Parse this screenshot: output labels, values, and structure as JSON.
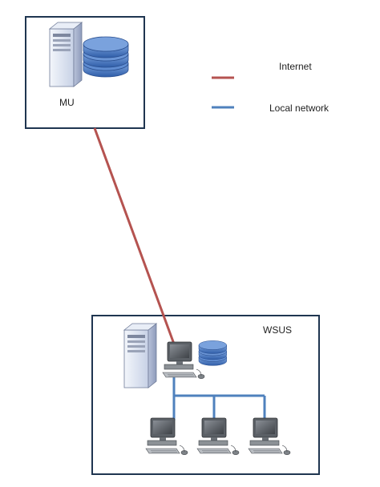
{
  "labels": {
    "mu": "MU",
    "wsus": "WSUS"
  },
  "legend": {
    "internet": "Internet",
    "local_network": "Local network"
  },
  "colors": {
    "frame": "#1f3550",
    "internet_line": "#b55350",
    "local_line": "#4f81bd",
    "server_face": "#dde4f2",
    "database": "#4f7dc0"
  },
  "icons": [
    "server-icon",
    "database-icon",
    "workstation-icon"
  ]
}
